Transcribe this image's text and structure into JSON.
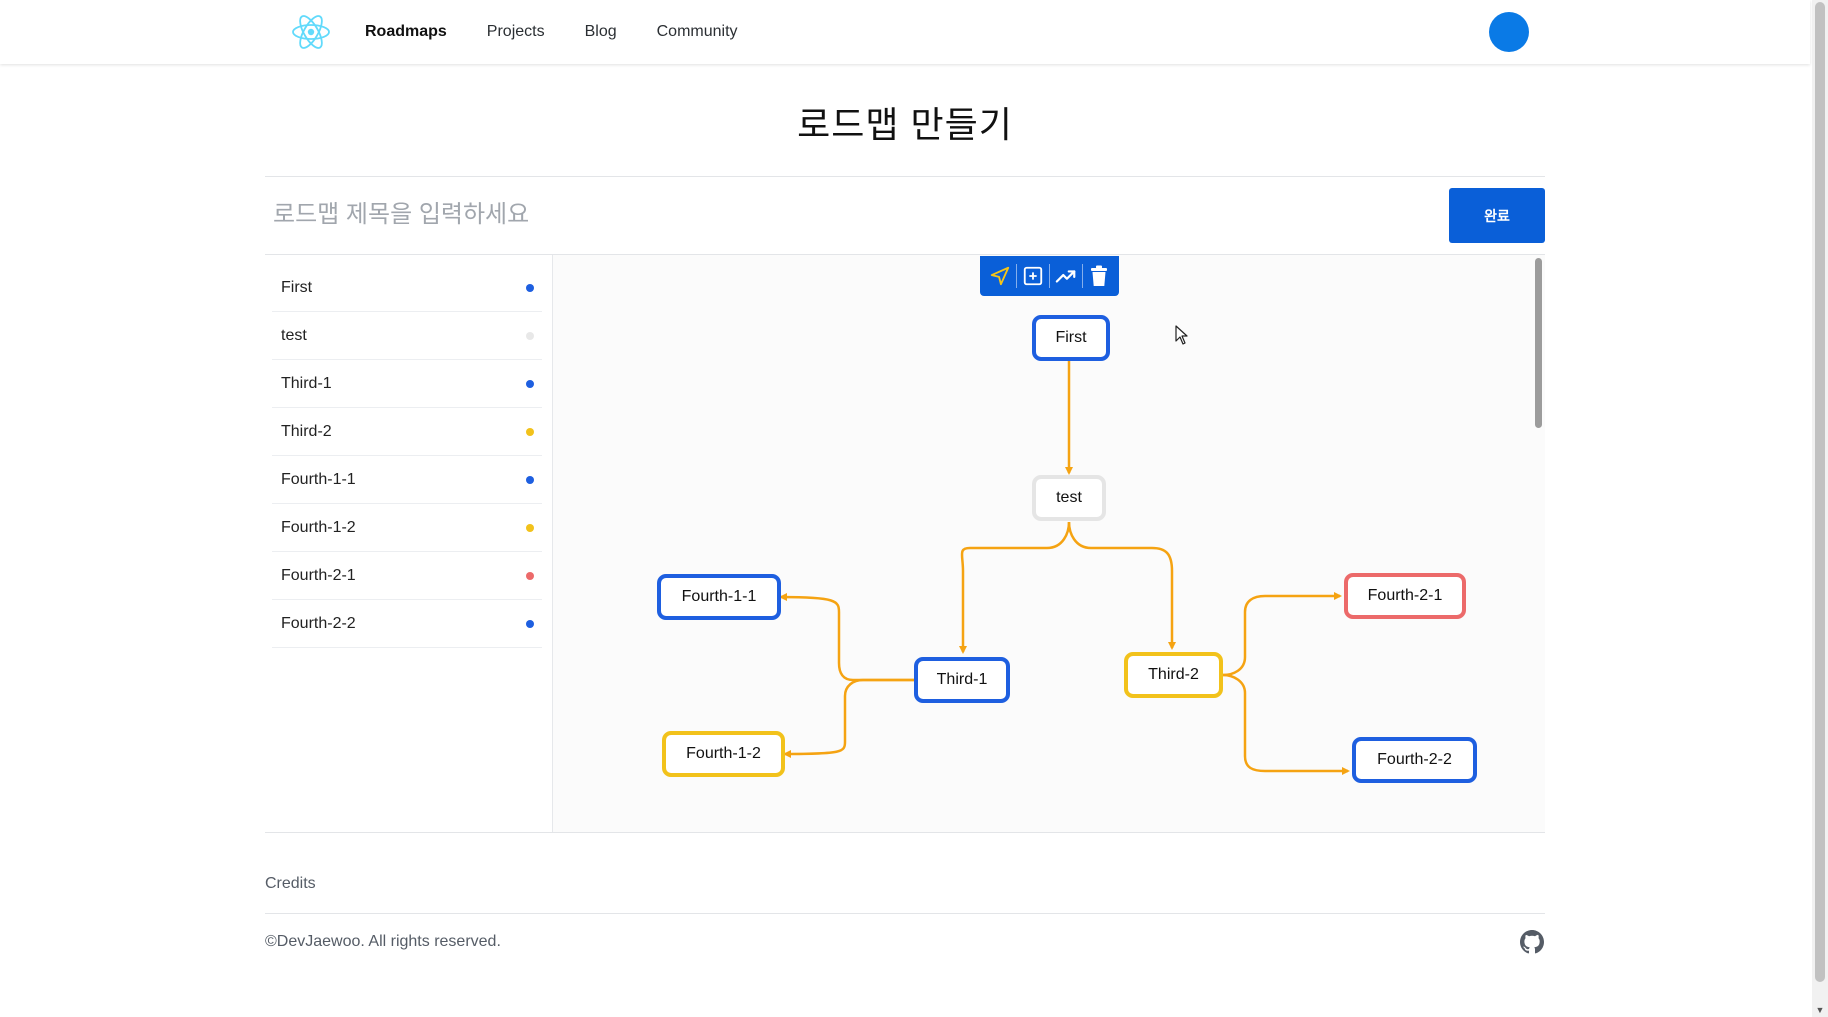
{
  "nav": {
    "logo_icon": "react-atom-icon",
    "items": [
      {
        "label": "Roadmaps",
        "active": true
      },
      {
        "label": "Projects",
        "active": false
      },
      {
        "label": "Blog",
        "active": false
      },
      {
        "label": "Community",
        "active": false
      }
    ]
  },
  "page": {
    "title": "로드맵 만들기",
    "title_placeholder": "로드맵 제목을 입력하세요",
    "done_label": "완료"
  },
  "node_list": [
    {
      "label": "First",
      "status_color": "#1e5fe0"
    },
    {
      "label": "test",
      "status_color": "#e8e8e8"
    },
    {
      "label": "Third-1",
      "status_color": "#1e5fe0"
    },
    {
      "label": "Third-2",
      "status_color": "#f2c21b"
    },
    {
      "label": "Fourth-1-1",
      "status_color": "#1e5fe0"
    },
    {
      "label": "Fourth-1-2",
      "status_color": "#f2c21b"
    },
    {
      "label": "Fourth-2-1",
      "status_color": "#ec6a6a"
    },
    {
      "label": "Fourth-2-2",
      "status_color": "#1e5fe0"
    }
  ],
  "toolbar": {
    "icons": [
      "send-icon",
      "add-node-icon",
      "connect-edge-icon",
      "trash-icon"
    ]
  },
  "graph": {
    "nodes": {
      "first": {
        "label": "First",
        "color": "#1e5fe0"
      },
      "test": {
        "label": "test",
        "color": "#e5e5e5"
      },
      "third1": {
        "label": "Third-1",
        "color": "#1e5fe0"
      },
      "third2": {
        "label": "Third-2",
        "color": "#f2c21b"
      },
      "fourth11": {
        "label": "Fourth-1-1",
        "color": "#1e5fe0"
      },
      "fourth12": {
        "label": "Fourth-1-2",
        "color": "#f2c21b"
      },
      "fourth21": {
        "label": "Fourth-2-1",
        "color": "#ec6a6a"
      },
      "fourth22": {
        "label": "Fourth-2-2",
        "color": "#1e5fe0"
      }
    },
    "edge_color": "#f5a312"
  },
  "footer": {
    "credits": "Credits",
    "copyright": "©DevJaewoo. All rights reserved."
  }
}
